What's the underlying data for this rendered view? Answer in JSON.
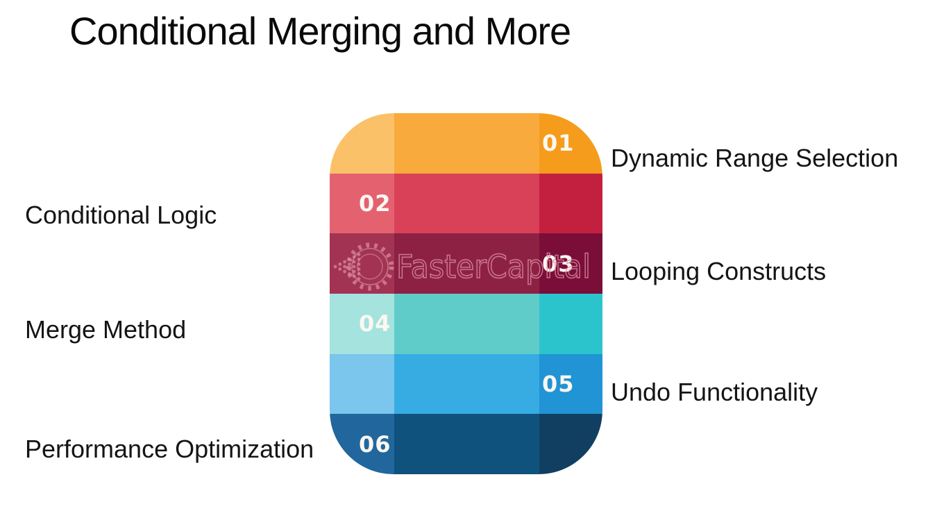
{
  "title": "Conditional Merging and More",
  "watermark": {
    "text": "FasterCapital",
    "stroke_color": "#db8ca2"
  },
  "infographic": {
    "number_color": "#fcf7f2",
    "label_color": "#141414",
    "bands": [
      {
        "number": "01",
        "label": "Dynamic Range Selection",
        "side": "right",
        "colors": {
          "left": "#FBC169",
          "mid": "#F9AA3C",
          "right": "#F59C1C"
        }
      },
      {
        "number": "02",
        "label": "Conditional Logic",
        "side": "left",
        "colors": {
          "left": "#E4626F",
          "mid": "#D94158",
          "right": "#C3203F"
        }
      },
      {
        "number": "03",
        "label": "Looping Constructs",
        "side": "right",
        "colors": {
          "left": "#A23352",
          "mid": "#8D2144",
          "right": "#7A0E38"
        }
      },
      {
        "number": "04",
        "label": "Merge Method",
        "side": "left",
        "colors": {
          "left": "#A5E3DE",
          "mid": "#60CCC9",
          "right": "#2BC4CD"
        }
      },
      {
        "number": "05",
        "label": "Undo Functionality",
        "side": "right",
        "colors": {
          "left": "#7AC6ED",
          "mid": "#37ACE3",
          "right": "#2094D4"
        }
      },
      {
        "number": "06",
        "label": "Performance Optimization",
        "side": "left",
        "colors": {
          "left": "#21679E",
          "mid": "#0F527E",
          "right": "#113F62"
        }
      }
    ]
  }
}
